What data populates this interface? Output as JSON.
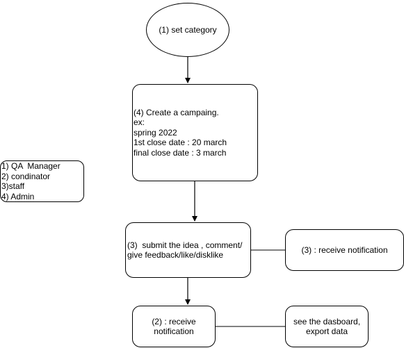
{
  "nodes": {
    "set_category": [
      "(1) set category"
    ],
    "create_campaign": [
      "(4) Create a campaing.",
      "ex:",
      "spring 2022",
      "1st close date : 20 march",
      "final close date : 3 march"
    ],
    "roles_legend": [
      "1) QA  Manager",
      "2) condinator",
      "3)staff",
      "4) Admin"
    ],
    "submit_idea": [
      "(3)  submit the idea , comment/",
      "give feedback/like/disklike"
    ],
    "receive_notification_3": [
      "(3) : receive notification"
    ],
    "receive_notification_2": [
      "(2) : receive",
      "notification"
    ],
    "dashboard": [
      "see the dasboard,",
      "export data"
    ]
  }
}
